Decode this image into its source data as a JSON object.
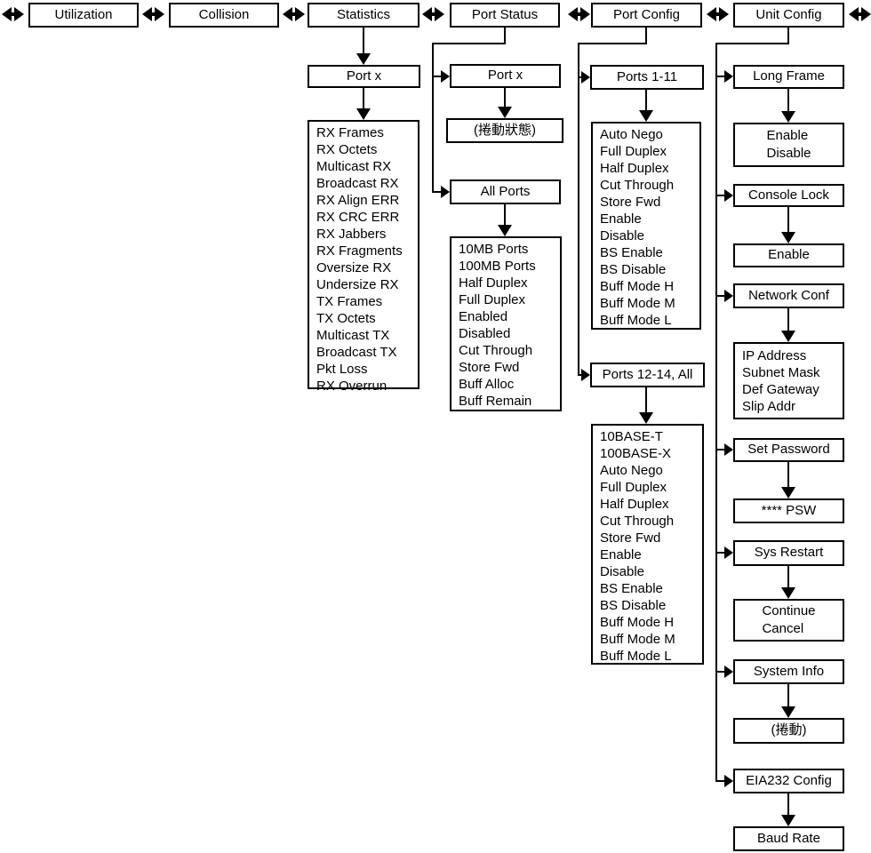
{
  "top_menu": {
    "items": [
      {
        "label": "Utilization"
      },
      {
        "label": "Collision"
      },
      {
        "label": "Statistics"
      },
      {
        "label": "Port Status"
      },
      {
        "label": "Port Config"
      },
      {
        "label": "Unit Config"
      }
    ]
  },
  "statistics": {
    "port_label": "Port x",
    "counters": [
      "RX Frames",
      "RX Octets",
      "Multicast RX",
      "Broadcast RX",
      "RX Align ERR",
      "RX CRC ERR",
      "RX Jabbers",
      "RX Fragments",
      "Oversize RX",
      "Undersize RX",
      "TX Frames",
      "TX Octets",
      "Multicast TX",
      "Broadcast TX",
      "Pkt Loss",
      "RX Overrun"
    ]
  },
  "port_status": {
    "port_label": "Port x",
    "scroll_status_label": "(捲動狀態)",
    "all_ports_label": "All Ports",
    "all_ports_items": [
      "10MB Ports",
      "100MB Ports",
      "Half Duplex",
      "Full Duplex",
      "Enabled",
      "Disabled",
      "Cut Through",
      "Store Fwd",
      "Buff Alloc",
      "Buff Remain"
    ]
  },
  "port_config": {
    "ports_1_11_label": "Ports 1-11",
    "ports_1_11_items": [
      "Auto Nego",
      "Full Duplex",
      "Half Duplex",
      "Cut Through",
      "Store Fwd",
      "Enable",
      "Disable",
      "BS Enable",
      "BS Disable",
      "Buff Mode H",
      "Buff Mode M",
      "Buff Mode L"
    ],
    "ports_12_14_label": "Ports 12-14, All",
    "ports_12_14_items": [
      "10BASE-T",
      "100BASE-X",
      "Auto Nego",
      "Full Duplex",
      "Half Duplex",
      "Cut Through",
      "Store Fwd",
      "Enable",
      "Disable",
      "BS Enable",
      "BS Disable",
      "Buff Mode H",
      "Buff Mode M",
      "Buff Mode L"
    ]
  },
  "unit_config": {
    "long_frame_label": "Long Frame",
    "long_frame_options": [
      "Enable",
      "Disable"
    ],
    "console_lock_label": "Console Lock",
    "console_lock_option": "Enable",
    "network_conf_label": "Network Conf",
    "network_conf_items": [
      "IP Address",
      "Subnet Mask",
      "Def Gateway",
      "Slip Addr"
    ],
    "set_password_label": "Set Password",
    "set_password_result": "**** PSW",
    "sys_restart_label": "Sys Restart",
    "sys_restart_options": [
      "Continue",
      "Cancel"
    ],
    "system_info_label": "System Info",
    "system_info_result": "(捲動)",
    "eia232_label": "EIA232 Config",
    "eia232_result": "Baud Rate"
  },
  "colors": {
    "line": "#000000",
    "background": "#ffffff"
  }
}
